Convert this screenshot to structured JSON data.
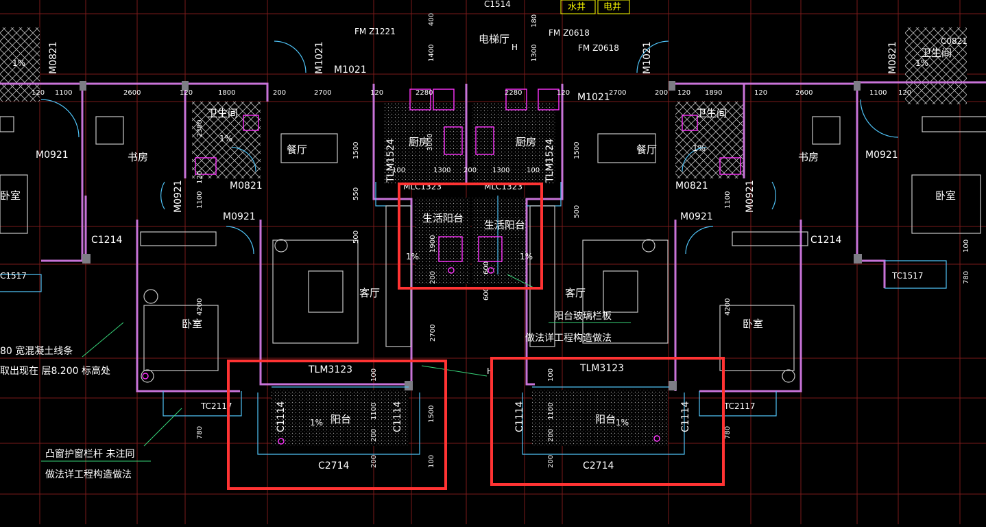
{
  "rooms": {
    "kitchen": "厨房",
    "dining": "餐厅",
    "study": "书房",
    "bathroom": "卫生间",
    "bedroom": "卧室",
    "living": "客厅",
    "service_balcony": "生活阳台",
    "balcony": "阳台",
    "elevator_hall": "电梯厅",
    "water_shaft": "水井",
    "electric_shaft": "电井"
  },
  "codes": {
    "m0821": "M0821",
    "m0921": "M0921",
    "m1021": "M1021",
    "fmz1221": "FM Z1221",
    "fmz0618": "FM Z0618",
    "tlm1524": "TLM1524",
    "tlm3123": "TLM3123",
    "mlc1323": "MLC1323",
    "c1214": "C1214",
    "c1517": "C1517",
    "tc1517": "TC1517",
    "tc2117": "TC2117",
    "c1114": "C1114",
    "c2714": "C2714",
    "c0821": "C0821",
    "c1514": "C1514",
    "h": "H"
  },
  "slope": "1%",
  "dims": {
    "d120": "120",
    "d1100": "1100",
    "d2600": "2600",
    "d1800": "1800",
    "d1890": "1890",
    "d200": "200",
    "d2700": "2700",
    "d2280": "2280",
    "d1300": "1300",
    "d1500": "1500",
    "d550": "550",
    "d500": "500",
    "d100": "100",
    "d1900": "1900",
    "d600": "600",
    "d2380": "2380",
    "d4200": "4200",
    "d780": "780",
    "d3000": "3000",
    "d1400": "1400",
    "d180": "180",
    "d400": "400",
    "d1100b": "1100"
  },
  "annotations": {
    "strip_1": "80  宽混凝土线条",
    "strip_2": "取出现在 层8.200  标高处",
    "bay_1": "凸窗护窗栏杆  未注同",
    "bay_2": "做法详工程构造做法",
    "glass_1": "阳台玻璃栏板",
    "glass_2": "做法详工程构造做法"
  },
  "colors": {
    "background": "#000000",
    "wall": "#c873d8",
    "highlight": "#ff3333",
    "grid": "#7a1a1a",
    "door": "#4fc3f7",
    "fixture": "#ff33ff"
  }
}
